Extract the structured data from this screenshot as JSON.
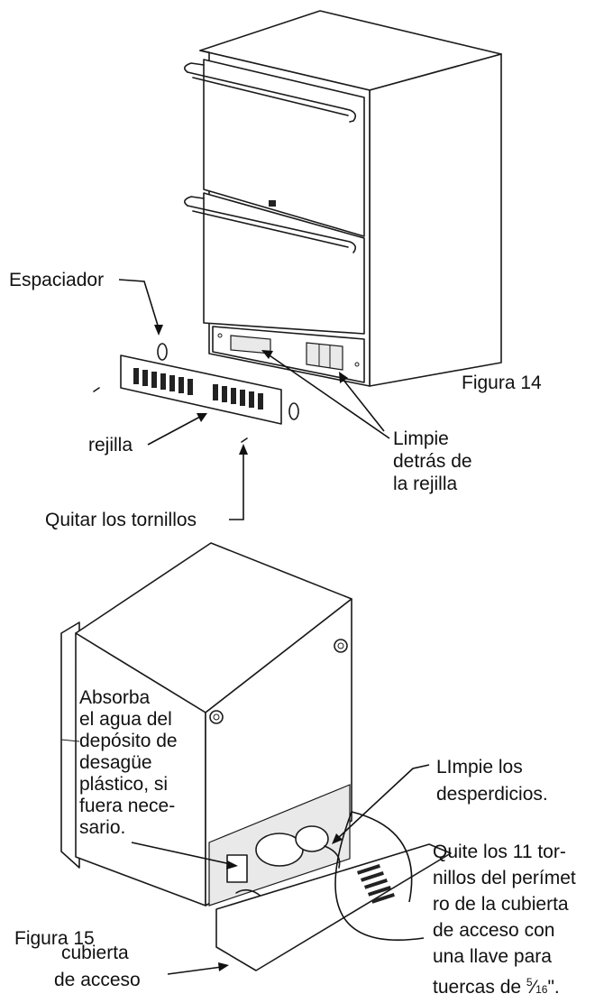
{
  "figure14": {
    "title": "Figura 14",
    "spacer_label": "Espaciador",
    "grille_label": "rejilla",
    "screws_label": "Quitar los tornillos",
    "clean_lines": [
      "Limpie",
      "detrás de",
      "la rejilla"
    ]
  },
  "figure15": {
    "title": "Figura 15",
    "absorb_lines": [
      "Absorba",
      "el agua del",
      "depósito de",
      "desagüe",
      "plástico, si",
      "fuera nece-",
      "sario."
    ],
    "clean_debris_lines": [
      "LImpie los",
      "desperdicios."
    ],
    "remove_screws_lines": [
      "Quite los 11 tor-",
      "nillos del perímet",
      "ro de la cubierta",
      "de acceso con",
      "una llave para"
    ],
    "wrench_prefix": "tuercas de ",
    "wrench_numerator": "5",
    "wrench_denominator": "16",
    "wrench_suffix": "\".",
    "cover_lines": [
      "cubierta",
      "de acceso"
    ]
  }
}
